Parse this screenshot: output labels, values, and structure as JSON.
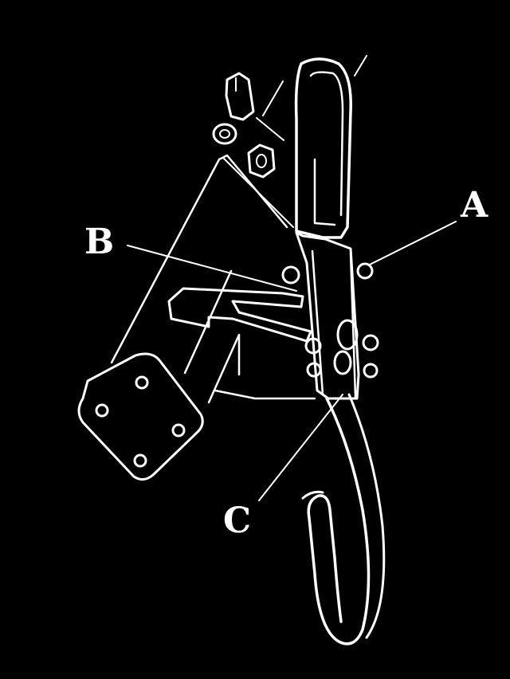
{
  "diagram": {
    "background_color": "#000000",
    "line_color": "#ffffff",
    "callouts": [
      {
        "id": "A",
        "text": "A"
      },
      {
        "id": "B",
        "text": "B"
      },
      {
        "id": "C",
        "text": "C"
      }
    ]
  }
}
